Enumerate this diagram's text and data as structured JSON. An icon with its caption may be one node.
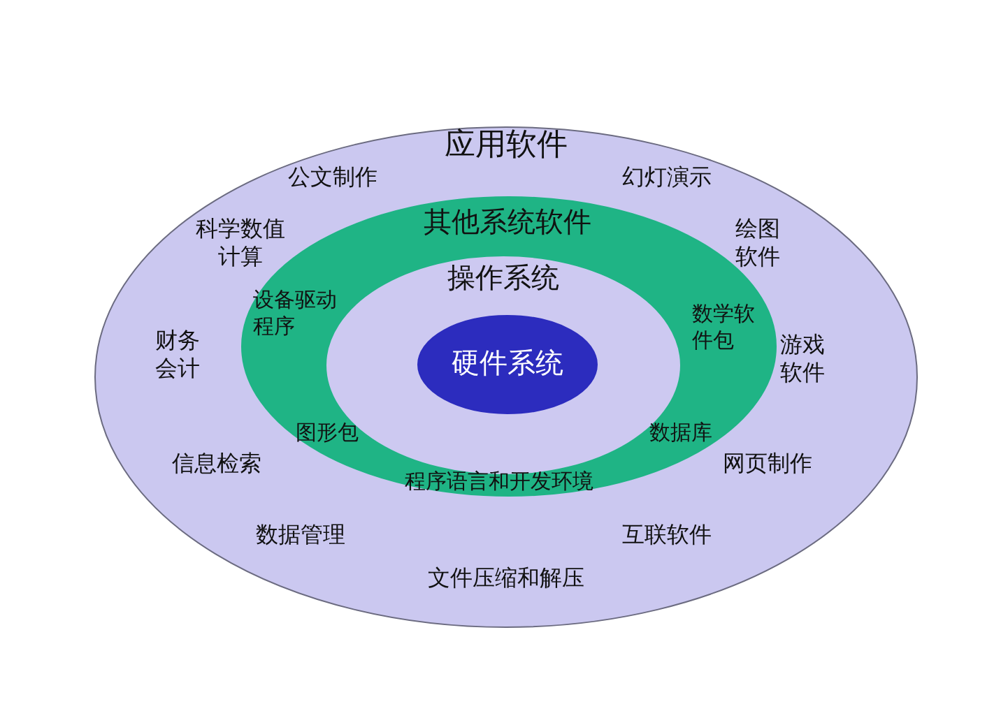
{
  "diagram": {
    "nodes": [
      {
        "text": [
          "应用软件",
          "公文制作",
          "幻灯演示",
          "科学数值计算",
          "绘图软件",
          "财务会计",
          "游戏软件",
          "信息检索",
          "网页制作",
          "数据管理",
          "互联软件",
          "文件压缩和解压"
        ]
      },
      {
        "text": [
          "其他系统软件",
          "设备驱动程序",
          "数学软件包",
          "图形包",
          "数据库",
          "程序语言和开发环境"
        ],
        "in": 0
      },
      {
        "text": [
          "操作系统"
        ],
        "in": 1
      },
      {
        "text": [
          "硬件系统"
        ],
        "in": 2
      }
    ]
  }
}
